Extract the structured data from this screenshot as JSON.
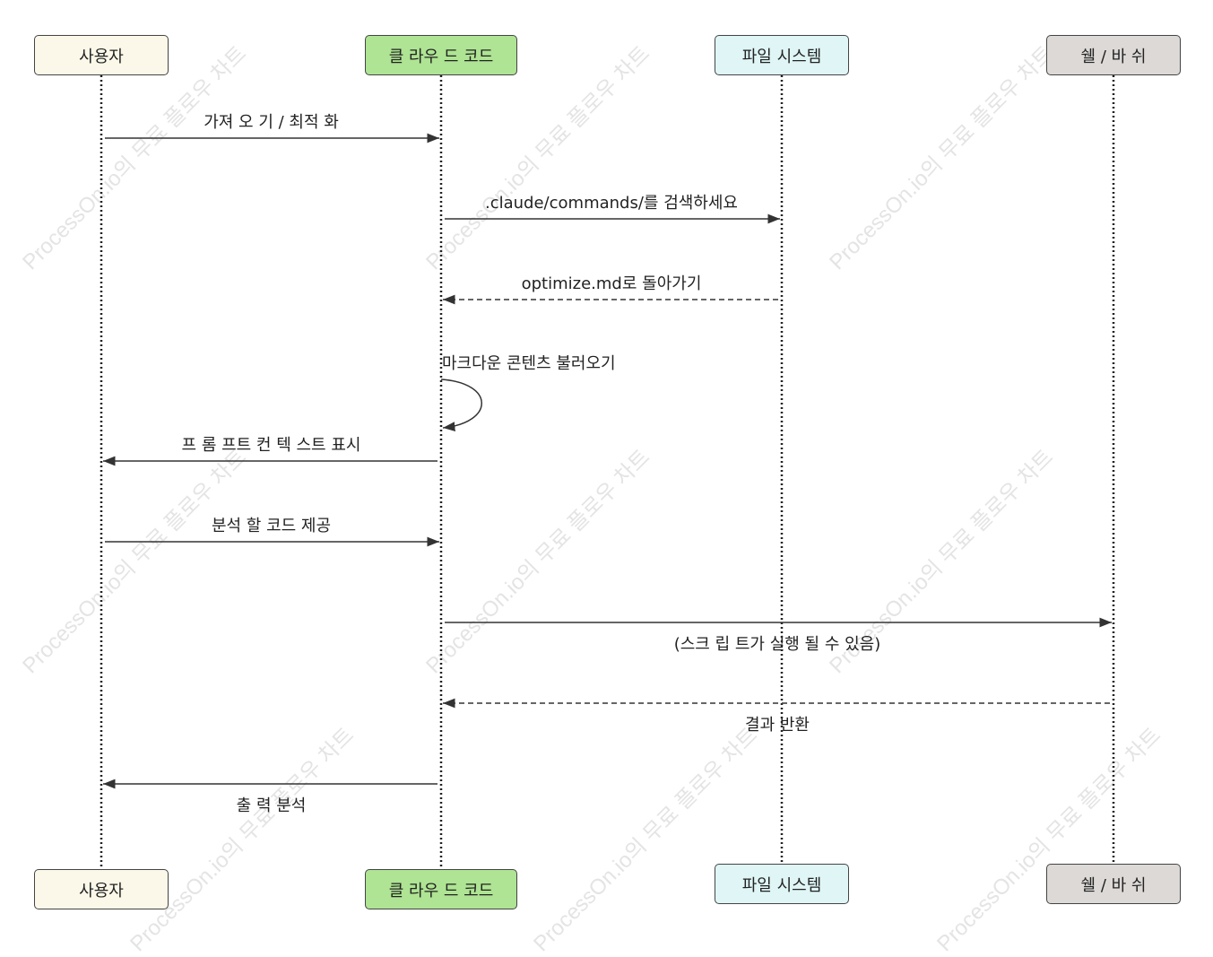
{
  "watermark_text": "ProcessOn.io의 무료 플로우 차트",
  "participants": [
    {
      "id": "user",
      "label": "사용자",
      "fill": "#fbf8e9"
    },
    {
      "id": "claude",
      "label": "클 라우 드 코드",
      "fill": "#aee493"
    },
    {
      "id": "fs",
      "label": "파일 시스템",
      "fill": "#dff5f6"
    },
    {
      "id": "shell",
      "label": "쉘 / 바 쉬",
      "fill": "#dcd9d7"
    }
  ],
  "messages": [
    {
      "from": "user",
      "to": "claude",
      "label": "가져 오 기 / 최적 화",
      "style": "solid"
    },
    {
      "from": "claude",
      "to": "fs",
      "label": ".claude/commands/를 검색하세요",
      "style": "solid"
    },
    {
      "from": "fs",
      "to": "claude",
      "label": "optimize.md로 돌아가기",
      "style": "dashed"
    },
    {
      "from": "claude",
      "to": "claude",
      "label": "마크다운 콘텐츠 불러오기",
      "style": "self"
    },
    {
      "from": "claude",
      "to": "user",
      "label": "프 롬 프트 컨 텍 스트 표시",
      "style": "solid"
    },
    {
      "from": "user",
      "to": "claude",
      "label": "분석 할 코드 제공",
      "style": "solid"
    },
    {
      "from": "claude",
      "to": "shell",
      "label": "(스크 립 트가 실행 될 수 있음)",
      "style": "solid"
    },
    {
      "from": "shell",
      "to": "claude",
      "label": "결과 반환",
      "style": "dashed"
    },
    {
      "from": "claude",
      "to": "user",
      "label": "출 력 분석",
      "style": "solid"
    }
  ],
  "colors": {
    "line": "#333333",
    "border": "#444444",
    "watermark": "#e4e4e4"
  }
}
